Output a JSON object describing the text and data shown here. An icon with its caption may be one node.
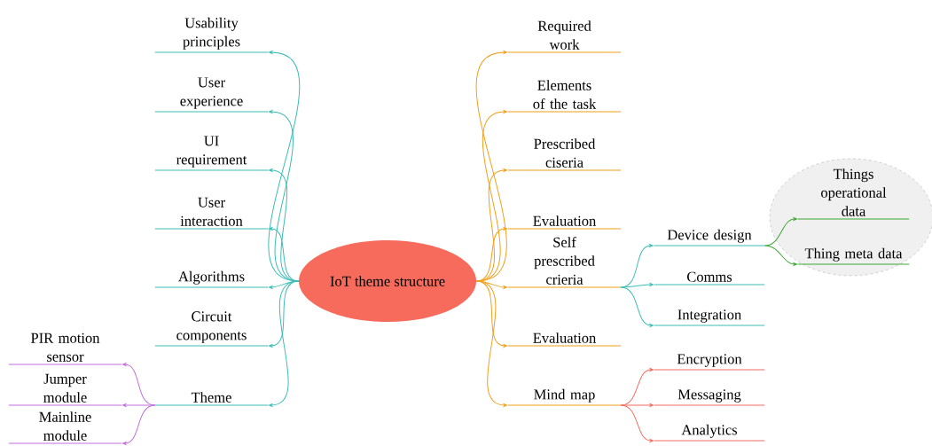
{
  "diagram": {
    "nodes": [
      {
        "text": [
          "IoT theme structure"
        ]
      },
      {
        "text": [
          "Usability principles"
        ]
      },
      {
        "text": [
          "User experience"
        ]
      },
      {
        "text": [
          "UI requirement"
        ]
      },
      {
        "text": [
          "User interaction"
        ]
      },
      {
        "text": [
          "Algorithms"
        ]
      },
      {
        "text": [
          "Circuit components"
        ]
      },
      {
        "text": [
          "Theme"
        ]
      },
      {
        "text": [
          "PIR motion sensor"
        ]
      },
      {
        "text": [
          "Jumper module"
        ]
      },
      {
        "text": [
          "Mainline module"
        ]
      },
      {
        "text": [
          "Required work"
        ]
      },
      {
        "text": [
          "Elements of the task"
        ]
      },
      {
        "text": [
          "Prescribed ciseria"
        ]
      },
      {
        "text": [
          "Evaluation"
        ]
      },
      {
        "text": [
          "Self prescribed crieria"
        ]
      },
      {
        "text": [
          "Evaluation"
        ]
      },
      {
        "text": [
          "Mind map"
        ]
      },
      {
        "text": [
          "Device design"
        ]
      },
      {
        "text": [
          "Comms"
        ]
      },
      {
        "text": [
          "Integration"
        ]
      },
      {
        "text": [],
        "shape": "ellipse"
      },
      {
        "text": [
          "Things operational data"
        ],
        "in": 21
      },
      {
        "text": [
          "Thing meta data"
        ],
        "in": 21
      },
      {
        "text": [
          "Encryption"
        ]
      },
      {
        "text": [
          "Messaging"
        ]
      },
      {
        "text": [
          "Analytics"
        ]
      }
    ],
    "edges": [
      {
        "from": 0,
        "to": 1,
        "arrow": "to"
      },
      {
        "from": 0,
        "to": 2,
        "arrow": "to"
      },
      {
        "from": 0,
        "to": 3,
        "arrow": "to"
      },
      {
        "from": 0,
        "to": 4,
        "arrow": "to"
      },
      {
        "from": 0,
        "to": 5,
        "arrow": "to"
      },
      {
        "from": 0,
        "to": 6,
        "arrow": "to"
      },
      {
        "from": 0,
        "to": 7,
        "arrow": "to"
      },
      {
        "from": 7,
        "to": 8,
        "arrow": "to",
        "color": "#bf6fdc"
      },
      {
        "from": 7,
        "to": 9,
        "arrow": "to",
        "color": "#bf6fdc"
      },
      {
        "from": 7,
        "to": 10,
        "arrow": "to",
        "color": "#bf6fdc"
      },
      {
        "from": 0,
        "to": 11,
        "arrow": "to",
        "color": "#f0a01c"
      },
      {
        "from": 0,
        "to": 12,
        "arrow": "to",
        "color": "#f0a01c"
      },
      {
        "from": 0,
        "to": 13,
        "arrow": "to",
        "color": "#f0a01c"
      },
      {
        "from": 0,
        "to": 14,
        "arrow": "to",
        "color": "#f0a01c"
      },
      {
        "from": 0,
        "to": 15,
        "arrow": "to",
        "color": "#f0a01c"
      },
      {
        "from": 0,
        "to": 16,
        "arrow": "to",
        "color": "#f0a01c"
      },
      {
        "from": 0,
        "to": 17,
        "arrow": "to",
        "color": "#f0a01c"
      },
      {
        "from": 15,
        "to": 18,
        "arrow": "to"
      },
      {
        "from": 15,
        "to": 19,
        "arrow": "to"
      },
      {
        "from": 15,
        "to": 20,
        "arrow": "to"
      },
      {
        "from": 18,
        "to": 22,
        "arrow": "to",
        "color": "#3aa832"
      },
      {
        "from": 18,
        "to": 23,
        "arrow": "to",
        "color": "#3aa832"
      },
      {
        "from": 17,
        "to": 24,
        "arrow": "to",
        "color": "#f26b5e"
      },
      {
        "from": 17,
        "to": 25,
        "arrow": "to",
        "color": "#f26b5e"
      },
      {
        "from": 17,
        "to": 26,
        "arrow": "to",
        "color": "#f26b5e"
      }
    ]
  }
}
